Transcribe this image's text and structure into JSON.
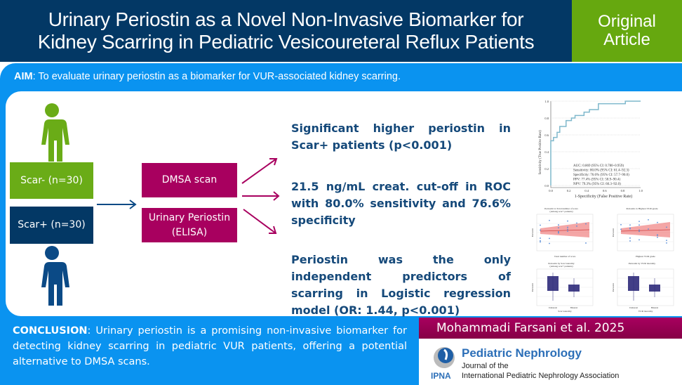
{
  "header": {
    "title_line1": "Urinary Periostin as a Novel Non-Invasive Biomarker for",
    "title_line2": "Kidney Scarring in Pediatric Vesicoureteral Reflux Patients",
    "badge_line1": "Original",
    "badge_line2": "Article"
  },
  "aim": {
    "label": "AIM",
    "text": ": To evaluate urinary periostin as a biomarker for VUR-associated kidney scarring."
  },
  "groups": {
    "scar_neg": "Scar- (n=30)",
    "scar_pos": "Scar+ (n=30)"
  },
  "methods": {
    "dmsa": "DMSA scan",
    "urinary": "Urinary Periostin (ELISA)"
  },
  "findings": [
    "Significant higher periostin in Scar+ patients (p<0.001)",
    "21.5 ng/mL creat. cut-off in ROC with 80.0% sensitivity and 76.6% specificity",
    "Periostin was the only independent predictors of scarring in Logistic regression model (OR: 1.44, p<0.001)"
  ],
  "conclusion": {
    "label": "CONCLUSION",
    "text": ": Urinary periostin is a promising non-invasive biomarker for detecting kidney scarring in pediatric VUR patients, offering a potential alternative to DMSA scans."
  },
  "citation": "Mohammadi Farsani et al. 2025",
  "journal": {
    "name": "Pediatric Nephrology",
    "sub1": "Journal of the",
    "sub2": "International  Pediatric Nephrology Association",
    "logo_text": "IPNA"
  },
  "colors": {
    "navy": "#033865",
    "green": "#6aac17",
    "magenta": "#a8005f",
    "blue": "#0a93f0",
    "roc_line": "#7fb8cc",
    "ci_band": "#f08080",
    "box_fill": "#2e2a7a"
  },
  "chart_data": [
    {
      "type": "line",
      "xlabel": "1-Specificity (False Positive Rate)",
      "ylabel": "Sensitivity (True Positive Rate)",
      "xlim": [
        0,
        1
      ],
      "ylim": [
        0,
        1
      ],
      "x_ticks": [
        "0.0",
        "0.2",
        "0.4",
        "0.6",
        "0.8",
        "1.0"
      ],
      "y_ticks": [
        "0.0",
        "0.2",
        "0.4",
        "0.6",
        "0.8",
        "1.0"
      ],
      "x": [
        0,
        0,
        0.03,
        0.03,
        0.07,
        0.07,
        0.1,
        0.1,
        0.17,
        0.17,
        0.23,
        0.23,
        0.27,
        0.27,
        0.37,
        0.37,
        0.43,
        0.43,
        0.53,
        0.53,
        0.83,
        0.83,
        1.0
      ],
      "y": [
        0,
        0.53,
        0.53,
        0.57,
        0.57,
        0.63,
        0.63,
        0.7,
        0.7,
        0.77,
        0.77,
        0.8,
        0.8,
        0.83,
        0.83,
        0.87,
        0.87,
        0.9,
        0.9,
        0.97,
        0.97,
        1.0,
        1.0
      ],
      "annotations": [
        "AUC: 0.869 (95% CI: 0.780–0.959)",
        "Sensitivity: 80.0% (95% CI: 61.4–92.3)",
        "Specificity: 76.6% (95% CI: 57.7–90.0)",
        "PPV: 77.4% (95% CI: 58.9–90.4)",
        "NPV: 79.3% (95% CI: 60.3–92.0)"
      ]
    },
    {
      "type": "scatter",
      "title": "Periostin vs Total number of scars",
      "subtitle": "(Among scar+ patients)",
      "xlabel": "Total number of scars",
      "ylabel": "Periostin"
    },
    {
      "type": "scatter",
      "title": "Periostin vs Highest VUR grade",
      "xlabel": "Highest VUR grade",
      "ylabel": "Periostin"
    },
    {
      "type": "box",
      "title": "Periostin by Scar laterality",
      "subtitle": "(Among scar+ patients)",
      "categories": [
        "Unilateral",
        "Bilateral"
      ],
      "xlabel": "Scar laterality",
      "ylabel": "Periostin"
    },
    {
      "type": "box",
      "title": "Periostin by VUR laterality",
      "categories": [
        "Unilateral",
        "Bilateral"
      ],
      "xlabel": "VUR laterality",
      "ylabel": "Periostin"
    }
  ]
}
